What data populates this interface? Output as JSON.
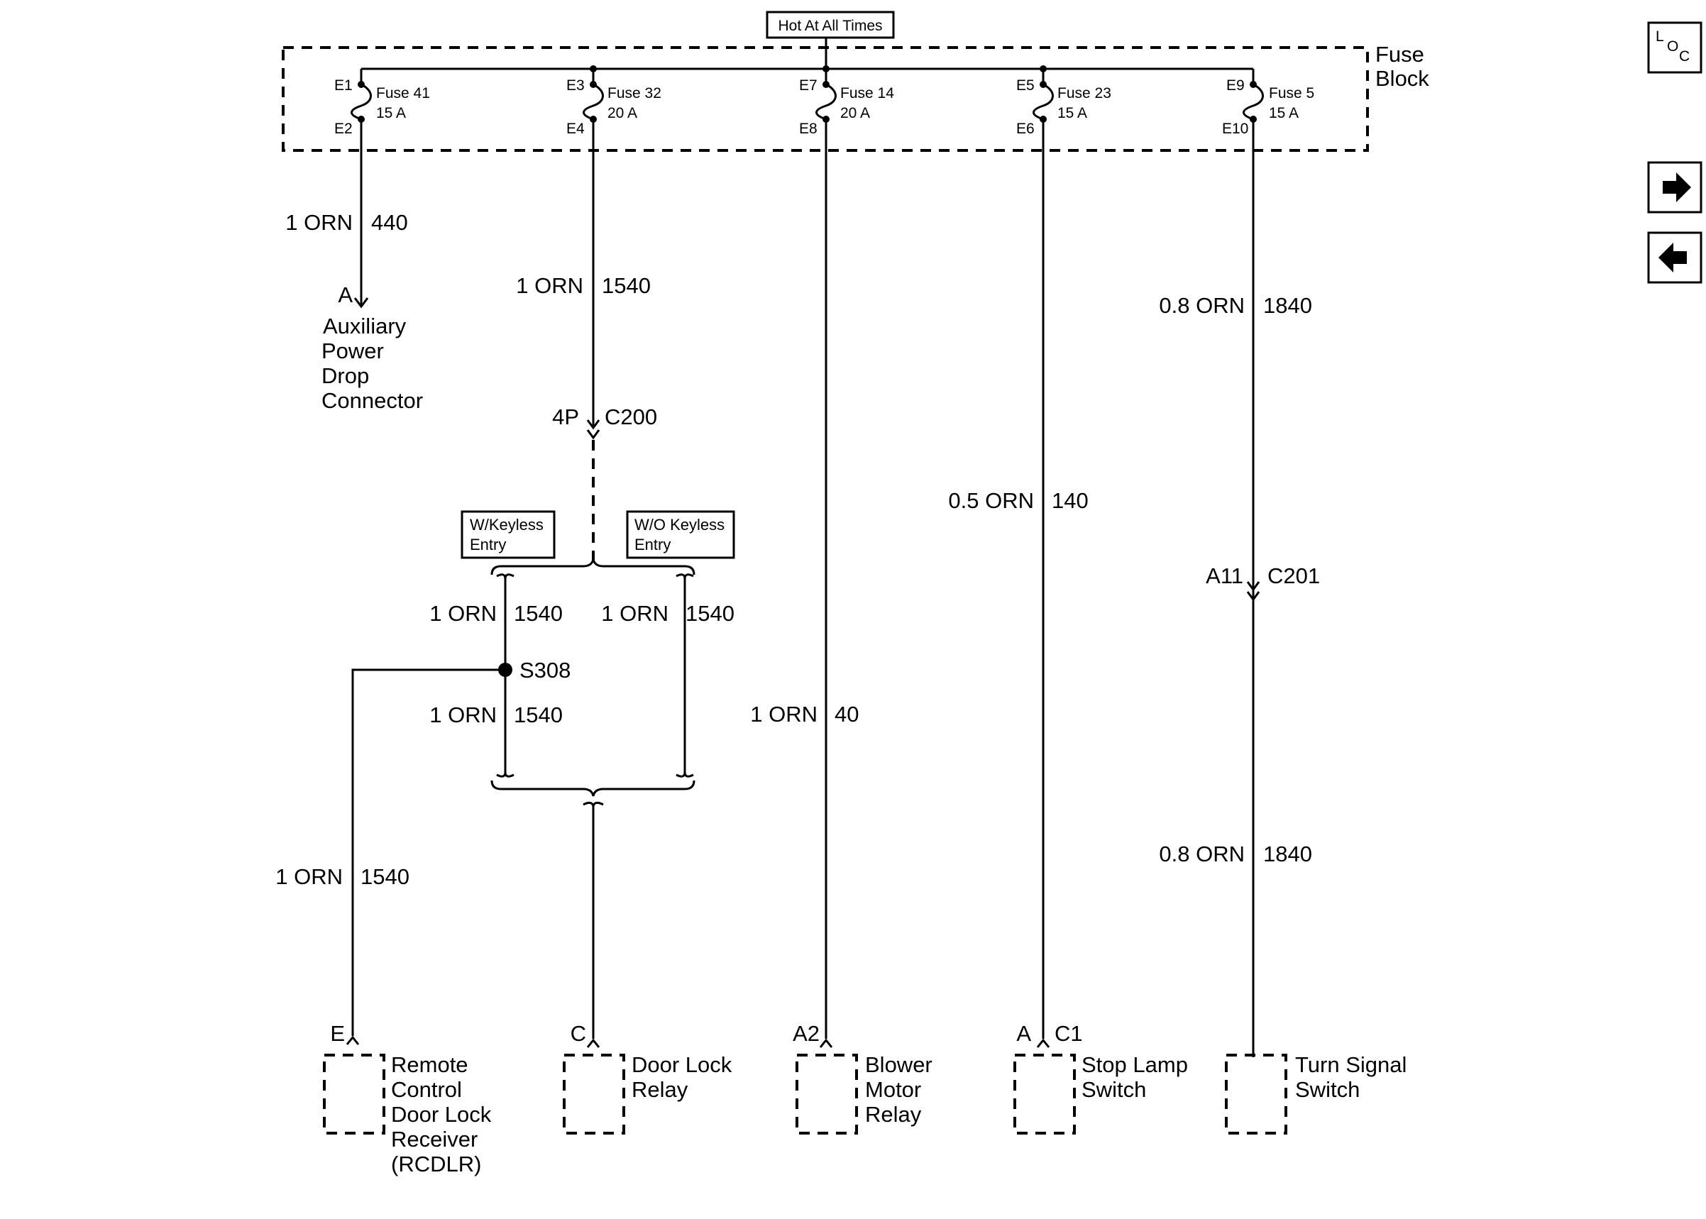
{
  "header": {
    "hot_label": "Hot At All Times"
  },
  "fuse_block": {
    "title_line1": "Fuse",
    "title_line2": "Block"
  },
  "fuses": [
    {
      "top": "E1",
      "bottom": "E2",
      "name": "Fuse 41",
      "rating": "15 A"
    },
    {
      "top": "E3",
      "bottom": "E4",
      "name": "Fuse 32",
      "rating": "20 A"
    },
    {
      "top": "E7",
      "bottom": "E8",
      "name": "Fuse 14",
      "rating": "20 A"
    },
    {
      "top": "E5",
      "bottom": "E6",
      "name": "Fuse 23",
      "rating": "15 A"
    },
    {
      "top": "E9",
      "bottom": "E10",
      "name": "Fuse 5",
      "rating": "15 A"
    }
  ],
  "wires": {
    "fuse41": {
      "gauge": "1 ORN",
      "circuit": "440"
    },
    "fuse32": {
      "gauge": "1 ORN",
      "circuit": "1540"
    },
    "fuse5_upper": {
      "gauge": "0.8 ORN",
      "circuit": "1840"
    },
    "fuse23": {
      "gauge": "0.5 ORN",
      "circuit": "140"
    },
    "fuse14": {
      "gauge": "1 ORN",
      "circuit": "40"
    },
    "fuse5_lower": {
      "gauge": "0.8 ORN",
      "circuit": "1840"
    },
    "keyless_upper": {
      "gauge": "1 ORN",
      "circuit": "1540"
    },
    "no_keyless": {
      "gauge": "1 ORN",
      "circuit": "1540"
    },
    "keyless_lower": {
      "gauge": "1 ORN",
      "circuit": "1540"
    },
    "rcdlr": {
      "gauge": "1 ORN",
      "circuit": "1540"
    }
  },
  "connectors": {
    "c200": {
      "pin": "4P",
      "name": "C200"
    },
    "c201": {
      "pin": "A11",
      "name": "C201"
    },
    "aux_pin": "A"
  },
  "splice": "S308",
  "option_boxes": {
    "with_keyless": [
      "W/Keyless",
      "Entry"
    ],
    "without_keyless": [
      "W/O Keyless",
      "Entry"
    ]
  },
  "aux_power": {
    "lines": [
      "Auxiliary",
      "Power",
      "Drop",
      "Connector"
    ]
  },
  "components": {
    "rcdlr": {
      "pin": "E",
      "lines": [
        "Remote",
        "Control",
        "Door Lock",
        "Receiver",
        "(RCDLR)"
      ]
    },
    "door_lock_relay": {
      "pin": "C",
      "lines": [
        "Door Lock",
        "Relay"
      ]
    },
    "blower_motor_relay": {
      "pin": "A2",
      "lines": [
        "Blower",
        "Motor",
        "Relay"
      ]
    },
    "stop_lamp_switch": {
      "pin_a": "A",
      "pin_b": "C1",
      "lines": [
        "Stop Lamp",
        "Switch"
      ]
    },
    "turn_signal_switch": {
      "pin": "",
      "lines": [
        "Turn Signal",
        "Switch"
      ]
    }
  },
  "nav": {
    "loc": {
      "l": "L",
      "o": "O",
      "c": "C"
    },
    "next_icon": "arrow-right-icon",
    "prev_icon": "arrow-left-icon"
  }
}
